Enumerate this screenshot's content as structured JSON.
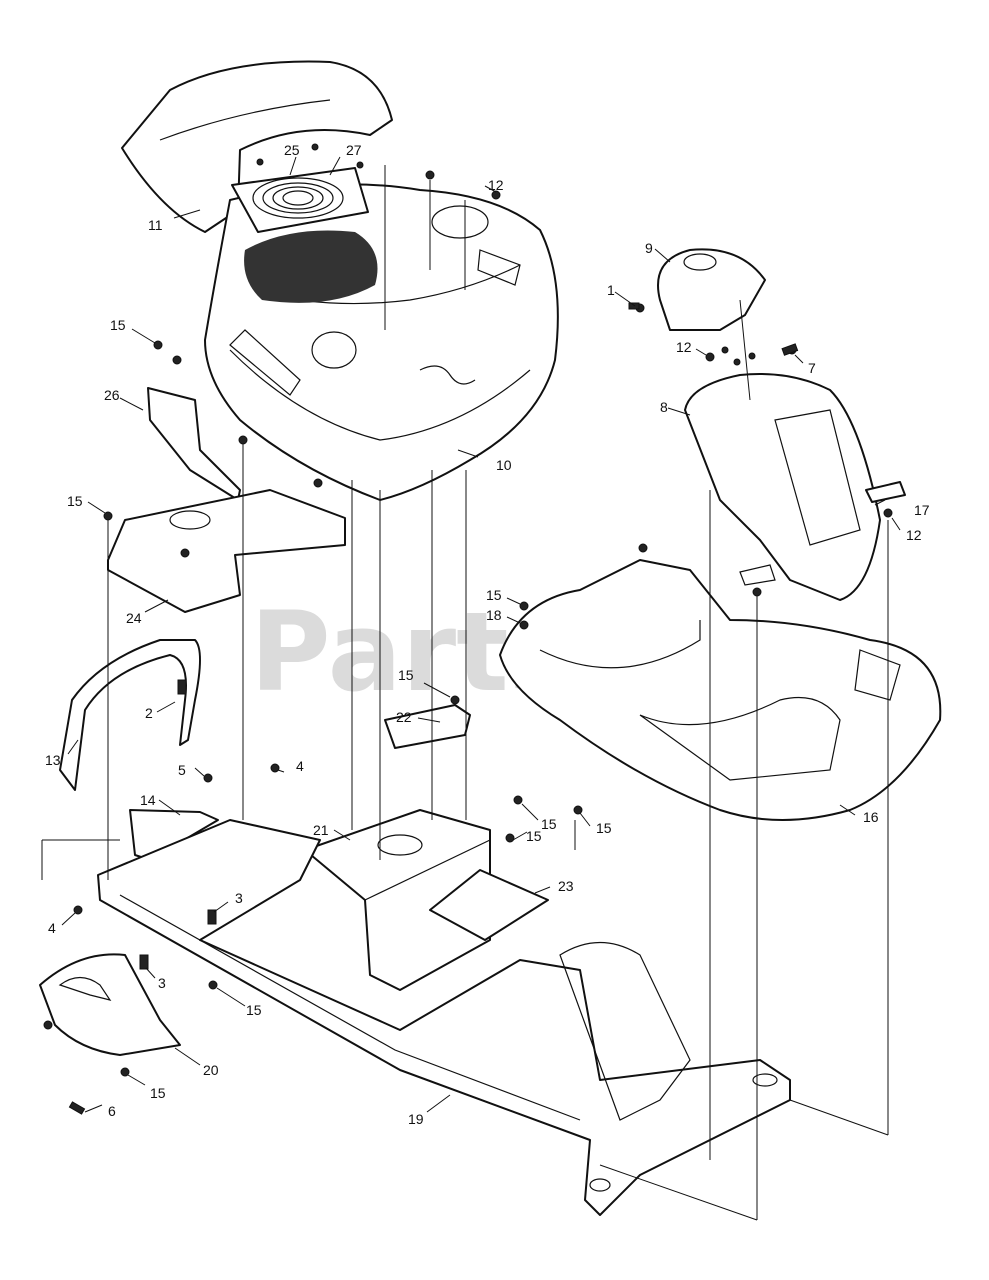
{
  "watermark": "PartsTree",
  "callouts": {
    "c1": "1",
    "c2": "2",
    "c3a": "3",
    "c3b": "3",
    "c4a": "4",
    "c4b": "4",
    "c5": "5",
    "c6": "6",
    "c7": "7",
    "c8": "8",
    "c9": "9",
    "c10": "10",
    "c11": "11",
    "c12a": "12",
    "c12b": "12",
    "c12c": "12",
    "c13": "13",
    "c14": "14",
    "c15a": "15",
    "c15b": "15",
    "c15c": "15",
    "c15d": "15",
    "c15e": "15",
    "c15f": "15",
    "c15g": "15",
    "c15h": "15",
    "c15i": "15",
    "c16": "16",
    "c17": "17",
    "c18": "18",
    "c19": "19",
    "c20": "20",
    "c21": "21",
    "c22": "22",
    "c23": "23",
    "c24": "24",
    "c25": "25",
    "c26": "26",
    "c27": "27"
  }
}
